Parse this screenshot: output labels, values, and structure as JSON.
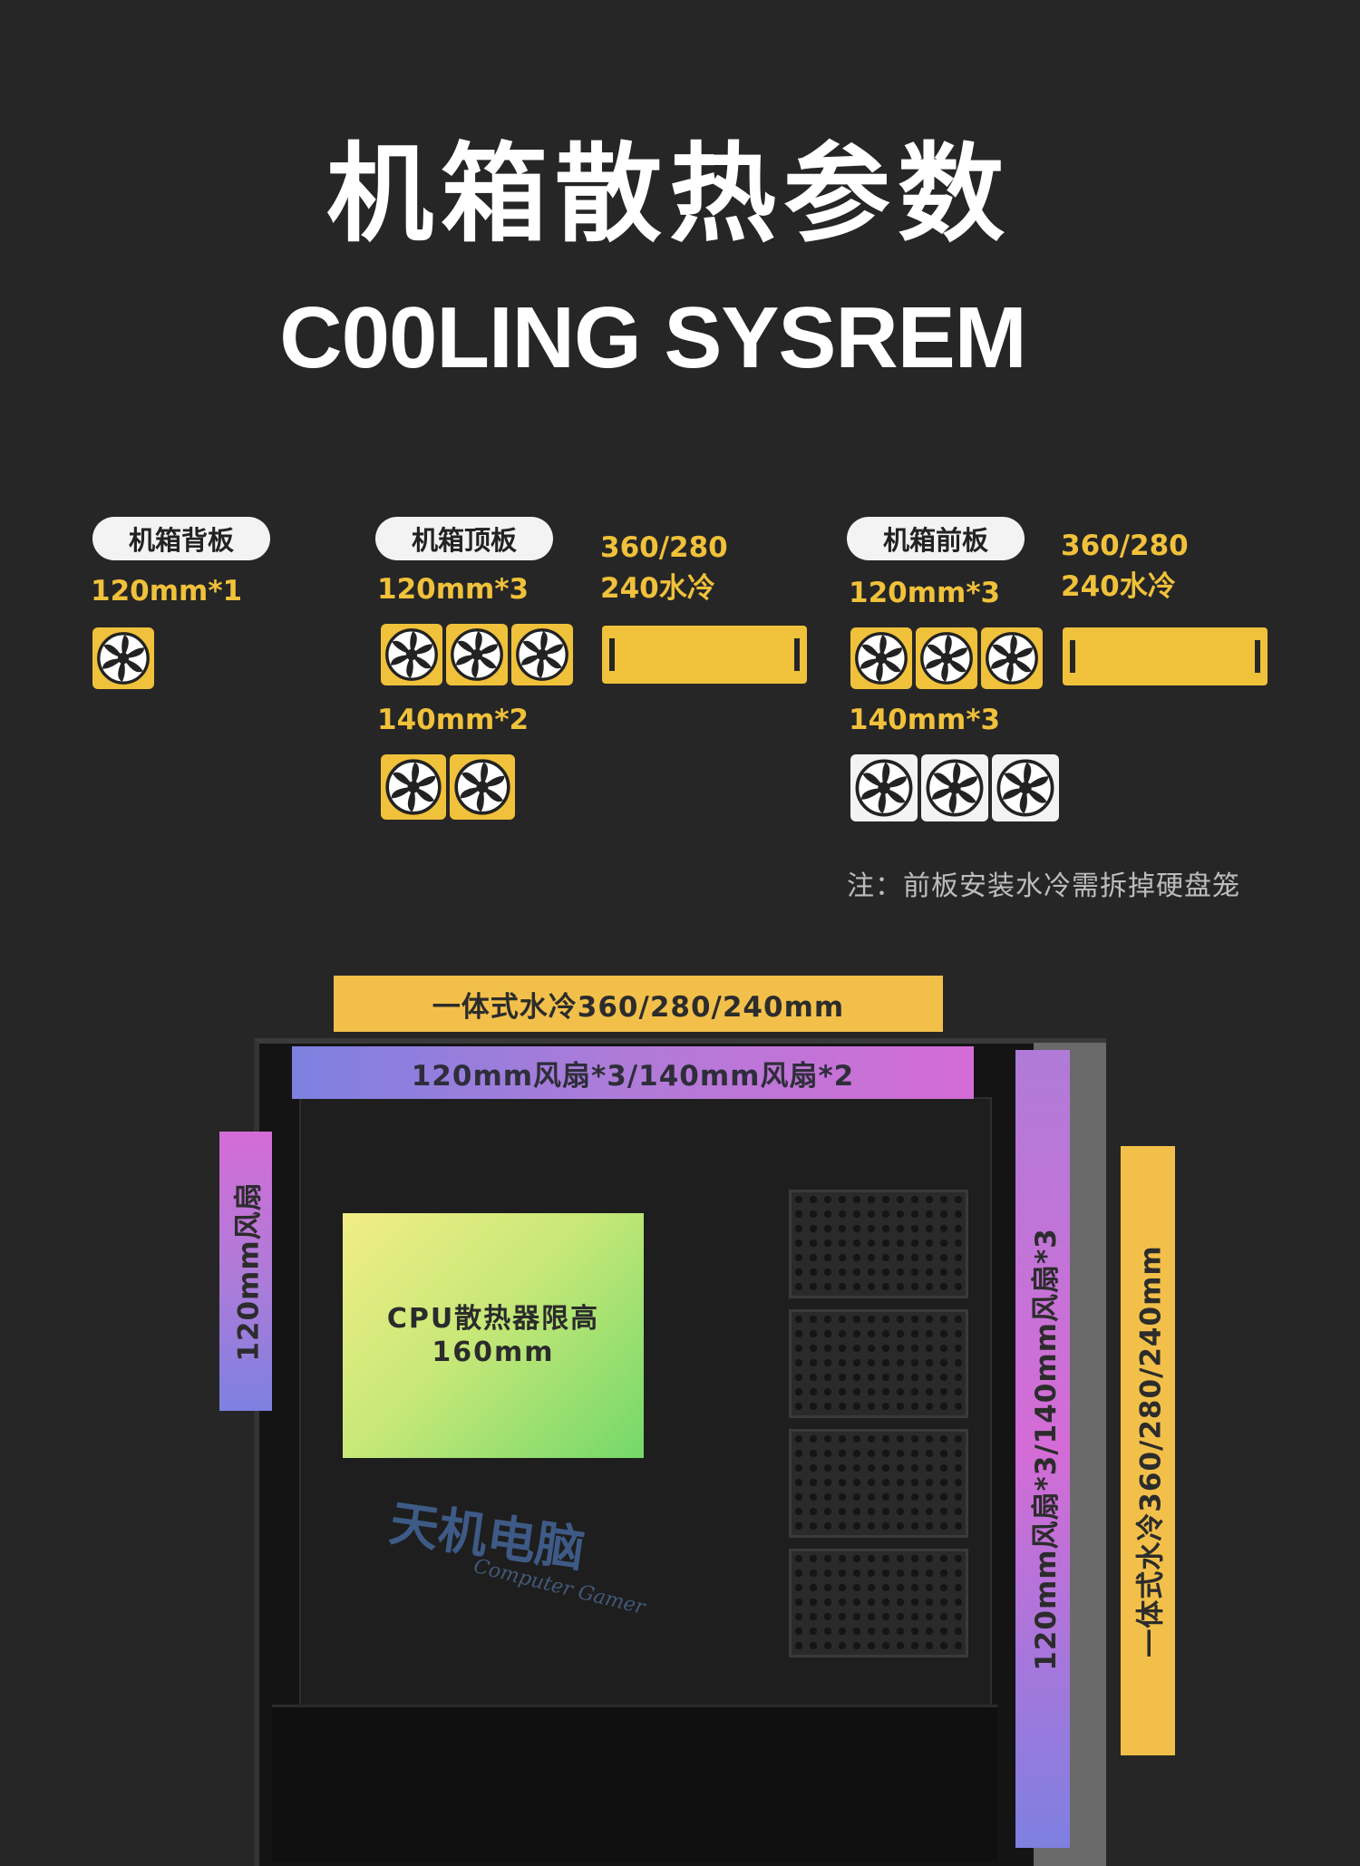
{
  "header": {
    "title_cn": "机箱散热参数",
    "title_en": "C00LING SYSREM"
  },
  "panels": {
    "rear": {
      "tag": "机箱背板",
      "fan_spec": "120mm*1",
      "fan_count": 1
    },
    "top": {
      "tag": "机箱顶板",
      "fan_spec_120": "120mm*3",
      "fan_count_120": 3,
      "fan_spec_140": "140mm*2",
      "fan_count_140": 2,
      "radiator_label": "360/280\n240水冷"
    },
    "front": {
      "tag": "机箱前板",
      "fan_spec_120": "120mm*3",
      "fan_count_120": 3,
      "fan_spec_140": "140mm*3",
      "fan_count_140": 3,
      "radiator_label": "360/280\n240水冷"
    },
    "note": "注：前板安装水冷需拆掉硬盘笼"
  },
  "diagram": {
    "top_radiator": "一体式水冷360/280/240mm",
    "top_fans": "120mm风扇*3/140mm风扇*2",
    "rear_fan": "120mm风扇",
    "front_fans": "120mm风扇*3/140mm风扇*3",
    "front_radiator": "一体式水冷360/280/240mm",
    "cpu_limit_line1": "CPU散热器限高",
    "cpu_limit_line2": "160mm"
  },
  "watermark": {
    "name": "天机电脑",
    "sub": "Computer Gamer"
  },
  "colors": {
    "background": "#262626",
    "accent_yellow": "#f0c13a",
    "accent_purple": "#b07bd8",
    "cpu_green": "#74d86a"
  }
}
